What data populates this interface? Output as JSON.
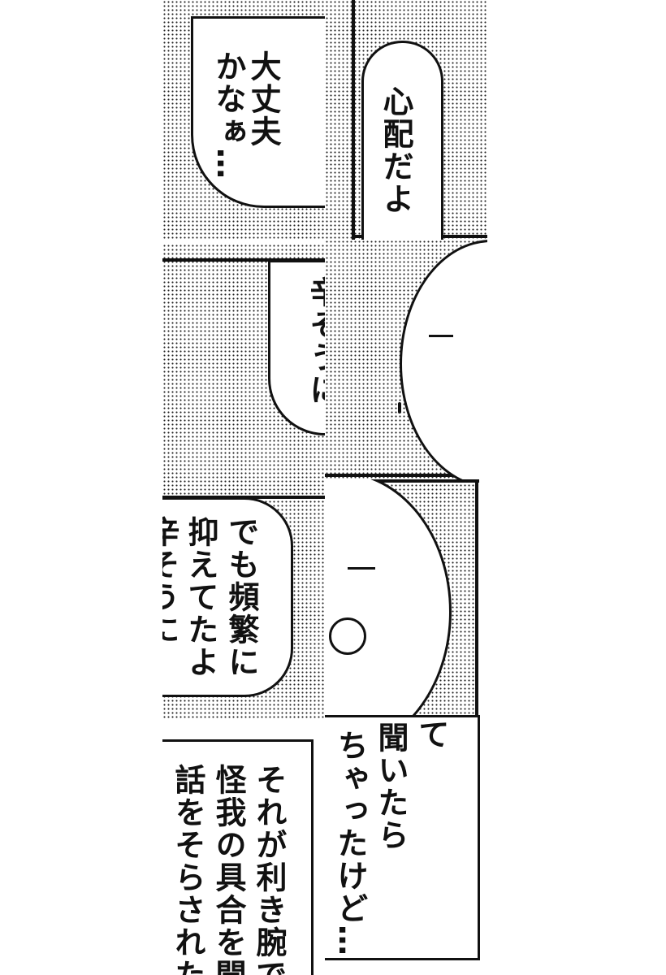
{
  "panels": {
    "p1": {
      "lines": [
        "大丈夫",
        "かなぁ…"
      ]
    },
    "p2": {
      "lines": [
        "心配だよ"
      ]
    },
    "p3": {
      "lines": [
        "辛そうに"
      ]
    },
    "p5": {
      "lines": [
        "でも頻繁に",
        "抑えてたよ",
        "辛そうに"
      ]
    },
    "p7": {
      "lines": [
        "それが利き腕で",
        "怪我の具合を聞",
        "話をそらされた"
      ]
    },
    "p8": {
      "lines": [
        "て",
        "聞いたら",
        "ちゃったけど…"
      ]
    }
  },
  "colors": {
    "ink": "#111111",
    "paper": "#ffffff"
  }
}
